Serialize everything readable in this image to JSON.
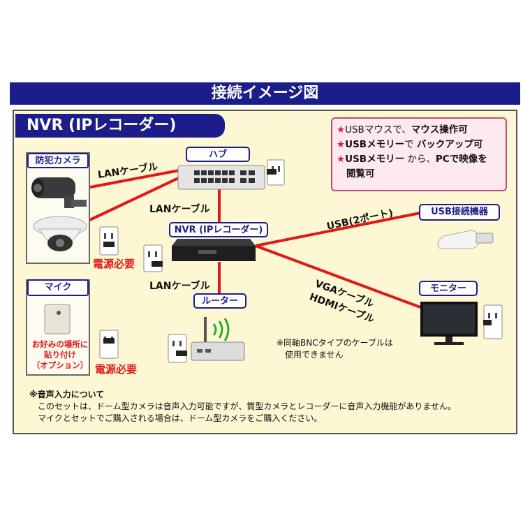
{
  "title": "接続イメージ図",
  "nvr_header": "NVR (IPレコーダー)",
  "groups": {
    "camera": "防犯カメラ",
    "mic": "マイク",
    "mic_note": [
      "お好みの場所に",
      "貼り付け",
      "（オプション）"
    ]
  },
  "devices": {
    "hub": "ハブ",
    "nvr": "NVR (IPレコーダー)",
    "router": "ルーター",
    "usb_device": "USB接続機器",
    "monitor": "モニター"
  },
  "cables": {
    "lan_cam_hub": "LANケーブル",
    "lan_hub_nvr": "LANケーブル",
    "lan_nvr_router": "LANケーブル",
    "usb": "USB(2ポート)",
    "vga": "VGAケーブル",
    "hdmi": "HDMIケーブル"
  },
  "power_required": [
    "電源必要",
    "電源必要"
  ],
  "usb_features": {
    "lines": [
      {
        "star": "★",
        "normal": "USBマウスで、",
        "bold": "マウス操作可"
      },
      {
        "star": "★",
        "bold1": "USBメモリー",
        "normal": "で",
        "bold": "バックアップ可"
      },
      {
        "star": "★",
        "bold1": "USBメモリー",
        "normal": "から、",
        "bold": "PCで映像を"
      },
      {
        "star": "",
        "bold": "閲覧可"
      }
    ]
  },
  "bnc_note": [
    "※同軸BNCタイプのケーブルは",
    "使用できません"
  ],
  "audio_note": {
    "heading": "※音声入力について",
    "lines": [
      "このセットは、ドーム型カメラは音声入力可能ですが、筒型カメラとレコーダーに音声入力機能がありません。",
      "マイクとセットでご購入される場合は、ドーム型カメラをご購入ください。"
    ]
  },
  "colors": {
    "navy": "#1a1d8a",
    "cable_red": "#e01818",
    "panel": "#fdf7d4",
    "pink": "#fde9ef"
  }
}
